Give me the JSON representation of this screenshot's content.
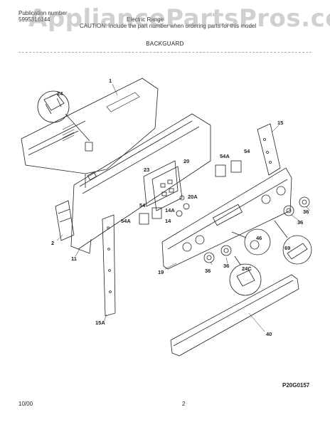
{
  "header": {
    "pub_line1": "Publication number",
    "pub_line2": "5995316144",
    "model_line1": "Electric Range",
    "model_line2": "CAUTION: Include the part number when ordering parts for this model"
  },
  "watermark": "AppliancePartsPros.com",
  "title": "BACKGUARD",
  "figure_code": "P20G0157",
  "footer": {
    "date": "10/00",
    "page": "2"
  },
  "labels": {
    "l1": "1",
    "l2": "2",
    "l11": "11",
    "l14": "14",
    "l14a": "14A",
    "l15": "15",
    "l15a": "15A",
    "l19": "19",
    "l20": "20",
    "l20a": "20A",
    "l23": "23",
    "l24": "24",
    "l24c": "24C",
    "l36a": "36",
    "l36b": "36",
    "l36c": "36",
    "l36d": "36",
    "l40": "40",
    "l46": "46",
    "l54a": "54A",
    "l54b": "54",
    "l54c": "54",
    "l54d": "54A",
    "l69": "69"
  }
}
